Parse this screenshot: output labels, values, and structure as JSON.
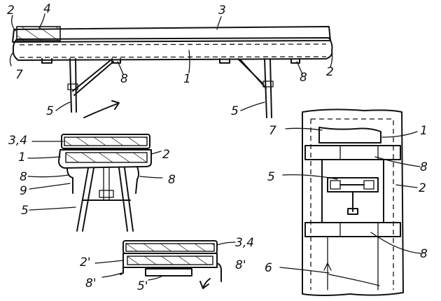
{
  "labels": {
    "bench_2_left": "2",
    "bench_4": "4",
    "bench_3": "3",
    "bench_7": "7",
    "bench_8_mid": "8",
    "bench_1": "1",
    "bench_8_right": "8",
    "bench_2_right": "2",
    "bench_5_left": "5",
    "bench_5_right": "5",
    "sec_34": "3,4",
    "sec_1": "1",
    "sec_2": "2",
    "sec_8_left": "8",
    "sec_8_right": "8",
    "sec_9": "9",
    "sec_5": "5",
    "fold_2p": "2'",
    "fold_34": "3,4",
    "fold_8p_left": "8'",
    "fold_8p_right": "8'",
    "fold_5p": "5'",
    "top_7": "7",
    "top_1": "1",
    "top_5": "5",
    "top_8_upper": "8",
    "top_2": "2",
    "top_8_lower": "8",
    "top_6": "6"
  }
}
